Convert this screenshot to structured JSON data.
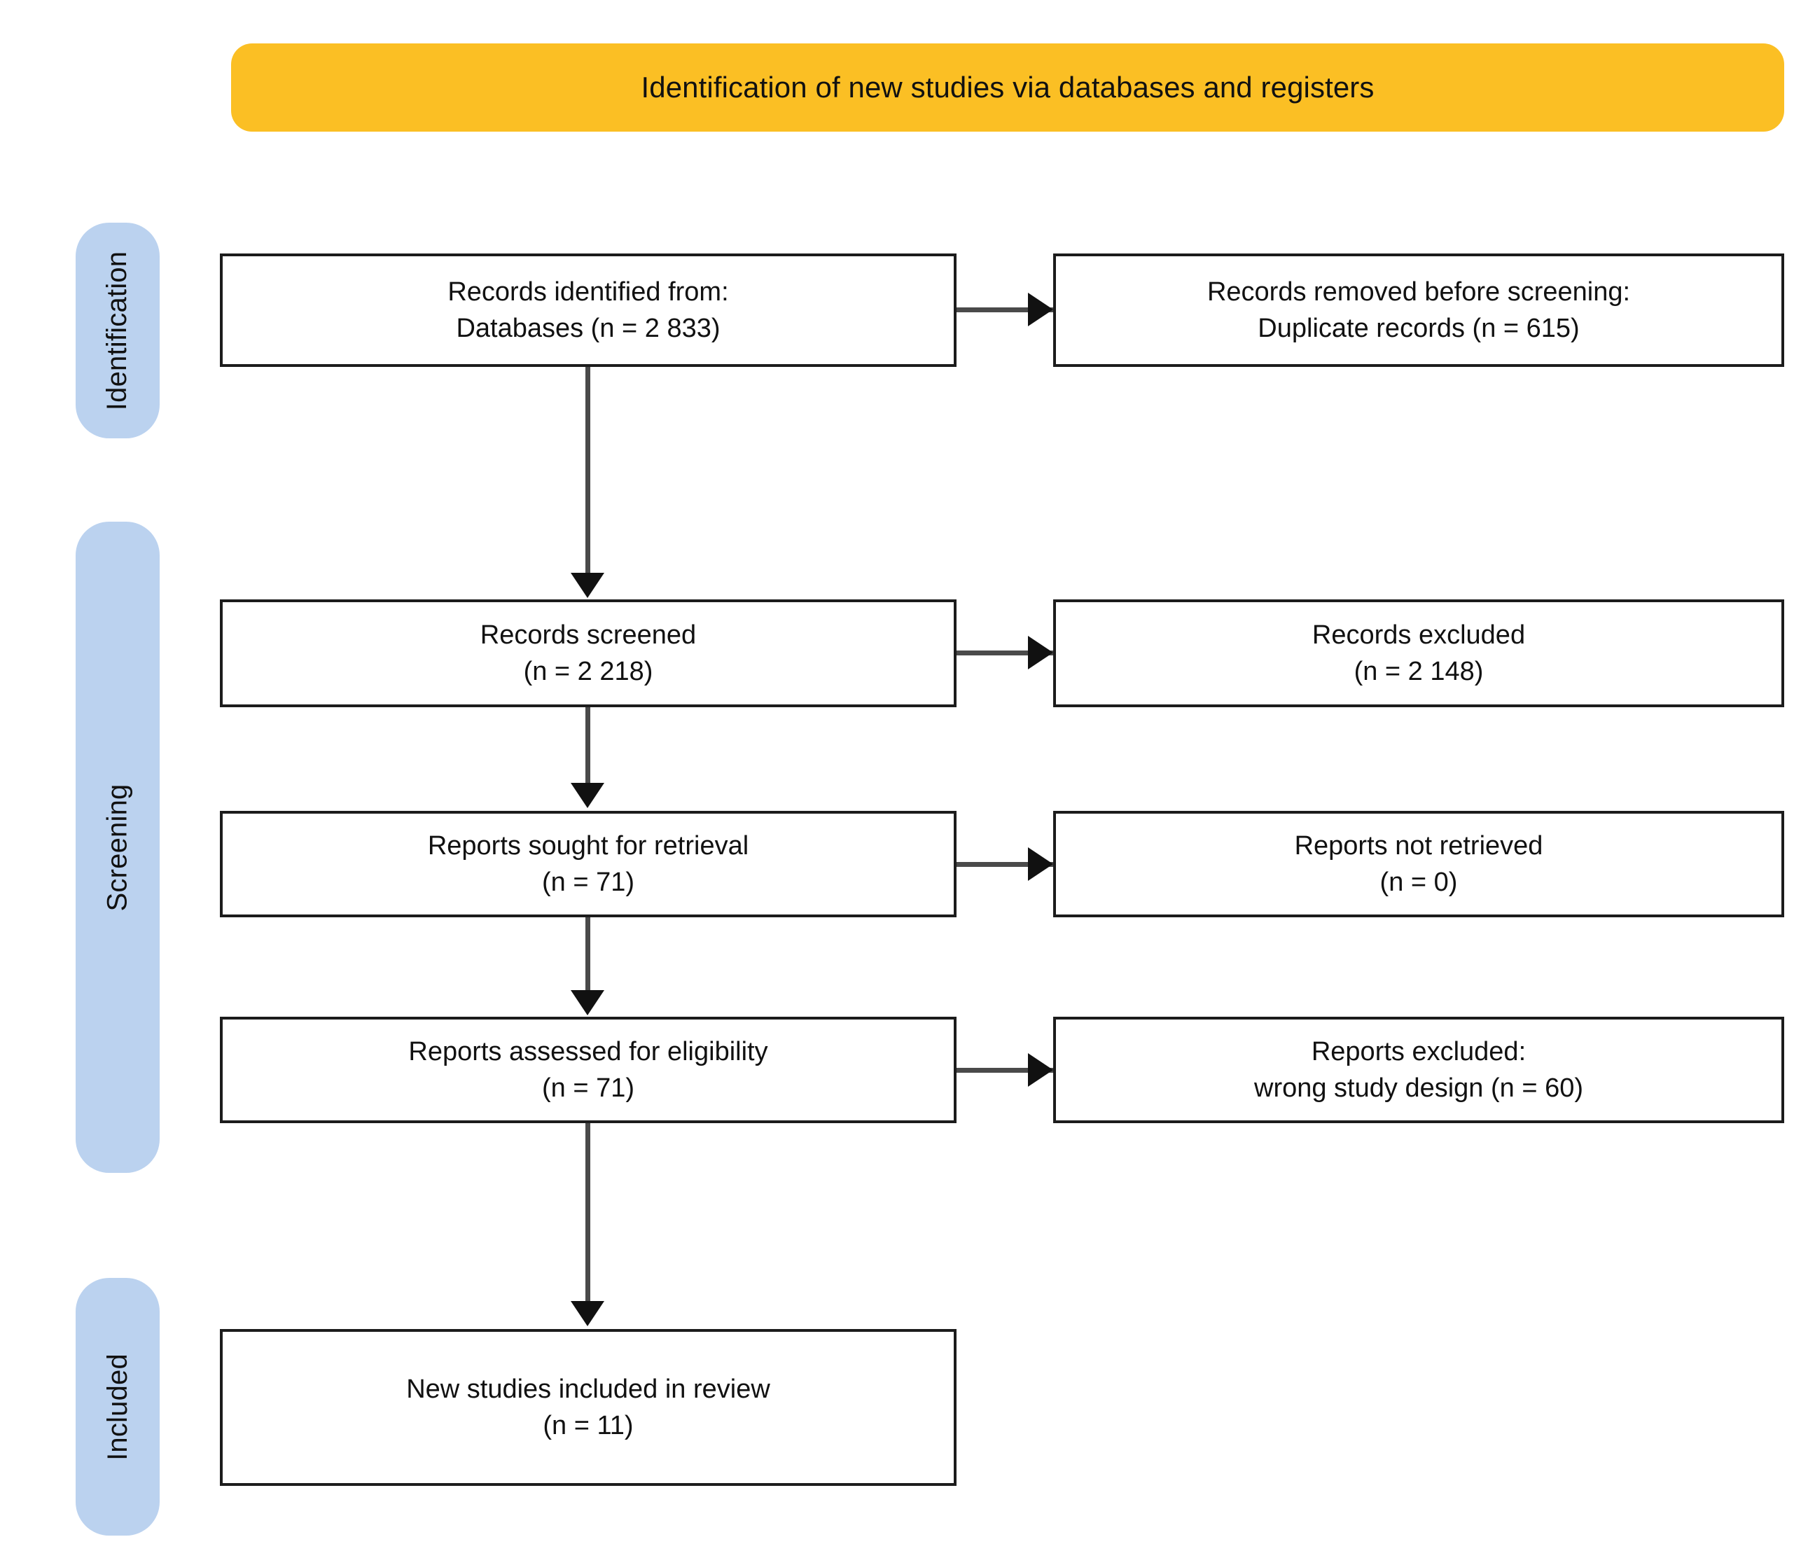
{
  "banner": {
    "title": "Identification of new studies via databases and registers",
    "color": "#FBBF24"
  },
  "stages": {
    "color": "#BBD2EF",
    "identification": "Identification",
    "screening": "Screening",
    "included": "Included"
  },
  "boxes": {
    "identified": {
      "line1": "Records identified from:",
      "line2": "Databases (n = 2 833)"
    },
    "removed": {
      "line1": "Records removed before screening:",
      "line2": "Duplicate records (n = 615)"
    },
    "screened": {
      "line1": "Records screened",
      "line2": "(n = 2 218)"
    },
    "excluded_records": {
      "line1": "Records excluded",
      "line2": "(n = 2 148)"
    },
    "sought": {
      "line1": "Reports sought for retrieval",
      "line2": "(n = 71)"
    },
    "not_retrieved": {
      "line1": "Reports not retrieved",
      "line2": "(n = 0)"
    },
    "assessed": {
      "line1": "Reports assessed for eligibility",
      "line2": "(n = 71)"
    },
    "excluded_reports": {
      "line1": "Reports excluded:",
      "line2": "wrong study design (n =  60)"
    },
    "included": {
      "line1": "New studies included in review",
      "line2": "(n = 11)"
    }
  },
  "chart_data": {
    "type": "diagram",
    "title": "Identification of new studies via databases and registers",
    "flow": [
      {
        "stage": "Identification",
        "node": "Records identified from: Databases",
        "n": 2833
      },
      {
        "stage": "Identification",
        "node": "Records removed before screening: Duplicate records",
        "n": 615
      },
      {
        "stage": "Screening",
        "node": "Records screened",
        "n": 2218
      },
      {
        "stage": "Screening",
        "node": "Records excluded",
        "n": 2148
      },
      {
        "stage": "Screening",
        "node": "Reports sought for retrieval",
        "n": 71
      },
      {
        "stage": "Screening",
        "node": "Reports not retrieved",
        "n": 0
      },
      {
        "stage": "Screening",
        "node": "Reports assessed for eligibility",
        "n": 71
      },
      {
        "stage": "Screening",
        "node": "Reports excluded: wrong study design",
        "n": 60
      },
      {
        "stage": "Included",
        "node": "New studies included in review",
        "n": 11
      }
    ]
  }
}
